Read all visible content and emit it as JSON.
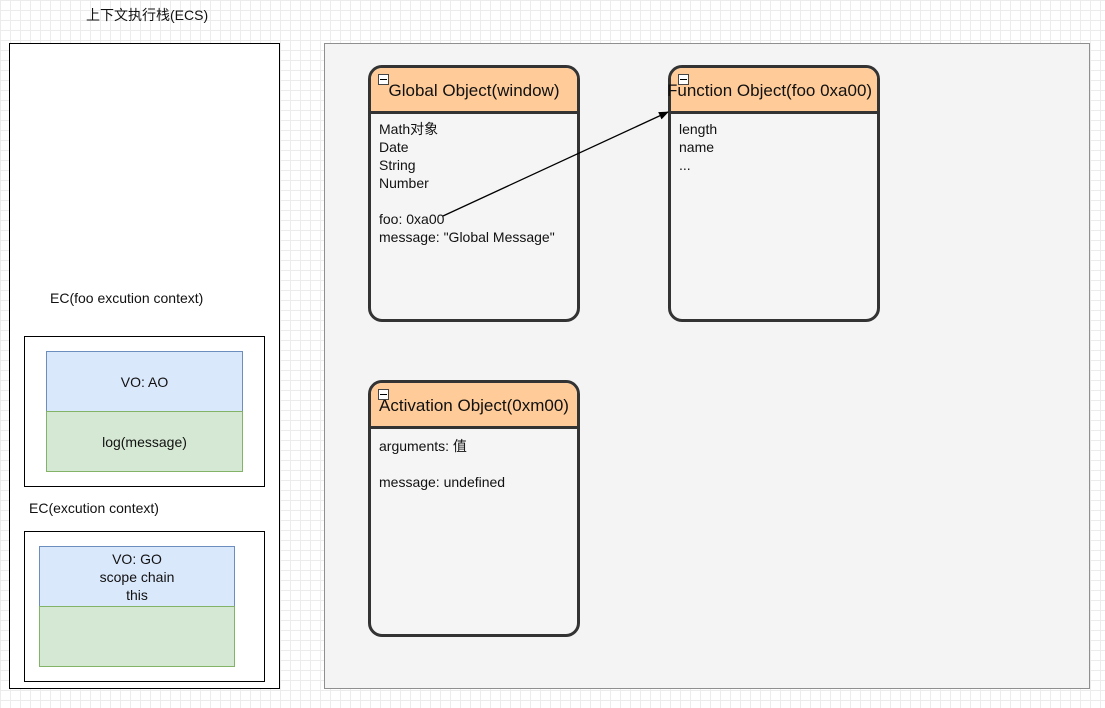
{
  "ecs": {
    "title": "上下文执行栈(ECS)"
  },
  "ec_foo": {
    "label": "EC(foo excution context)",
    "vo": "VO: AO",
    "code": "log(message)"
  },
  "ec_global": {
    "label": "EC(excution context)",
    "vo_lines": [
      "VO: GO",
      "scope chain",
      "this"
    ]
  },
  "global_object": {
    "title": "Global Object(window)",
    "lines": [
      "Math对象",
      "Date",
      "String",
      "Number",
      "",
      "foo: 0xa00",
      "message: \"Global Message\""
    ]
  },
  "function_object": {
    "title": "Function Object(foo 0xa00)",
    "lines": [
      "length",
      "name",
      "..."
    ]
  },
  "activation_object": {
    "title": "Activation Object(0xm00)",
    "lines": [
      "arguments: 值",
      "",
      "message: undefined"
    ]
  },
  "colors": {
    "object_header": "#ffcc99",
    "vo_fill": "#dae8fc",
    "vo_stroke": "#6c8ebf",
    "code_fill": "#d5e8d4",
    "code_stroke": "#82b366",
    "heap_fill": "#f4f4f4"
  },
  "icons": {
    "collapse": "collapse-icon",
    "arrow": "reference-arrow"
  }
}
